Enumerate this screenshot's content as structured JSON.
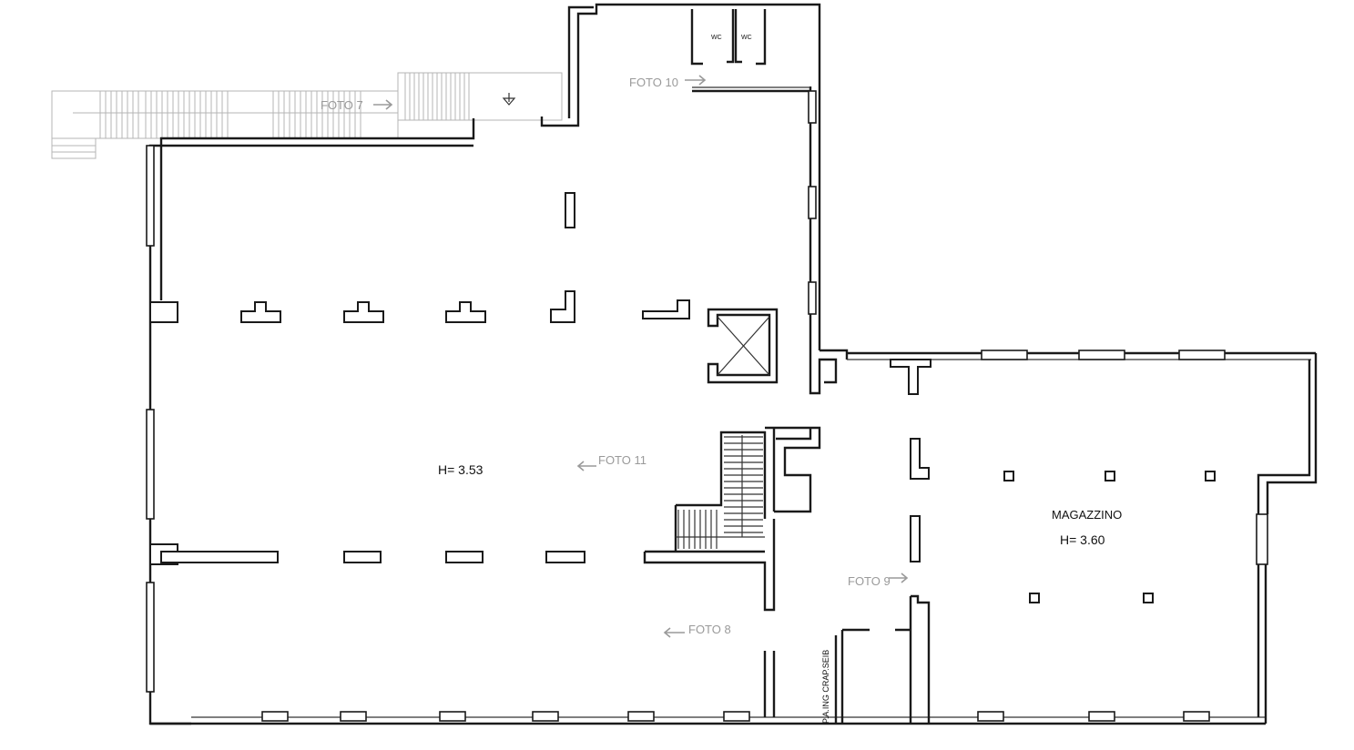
{
  "labels": {
    "main_height": "H= 3.53",
    "magazzino_name": "MAGAZZINO",
    "magazzino_height": "H= 3.60",
    "wc_1": "WC",
    "wc_2": "WC",
    "side_vertical": "P.A.ING CRAP.SEIB"
  },
  "photos": {
    "foto_7": "FOTO 7",
    "foto_8": "FOTO 8",
    "foto_9": "FOTO 9",
    "foto_10": "FOTO 10",
    "foto_11": "FOTO 11"
  },
  "colors": {
    "wall": "#1a1a1a",
    "annotation": "#9a9a9a",
    "background": "#ffffff"
  }
}
